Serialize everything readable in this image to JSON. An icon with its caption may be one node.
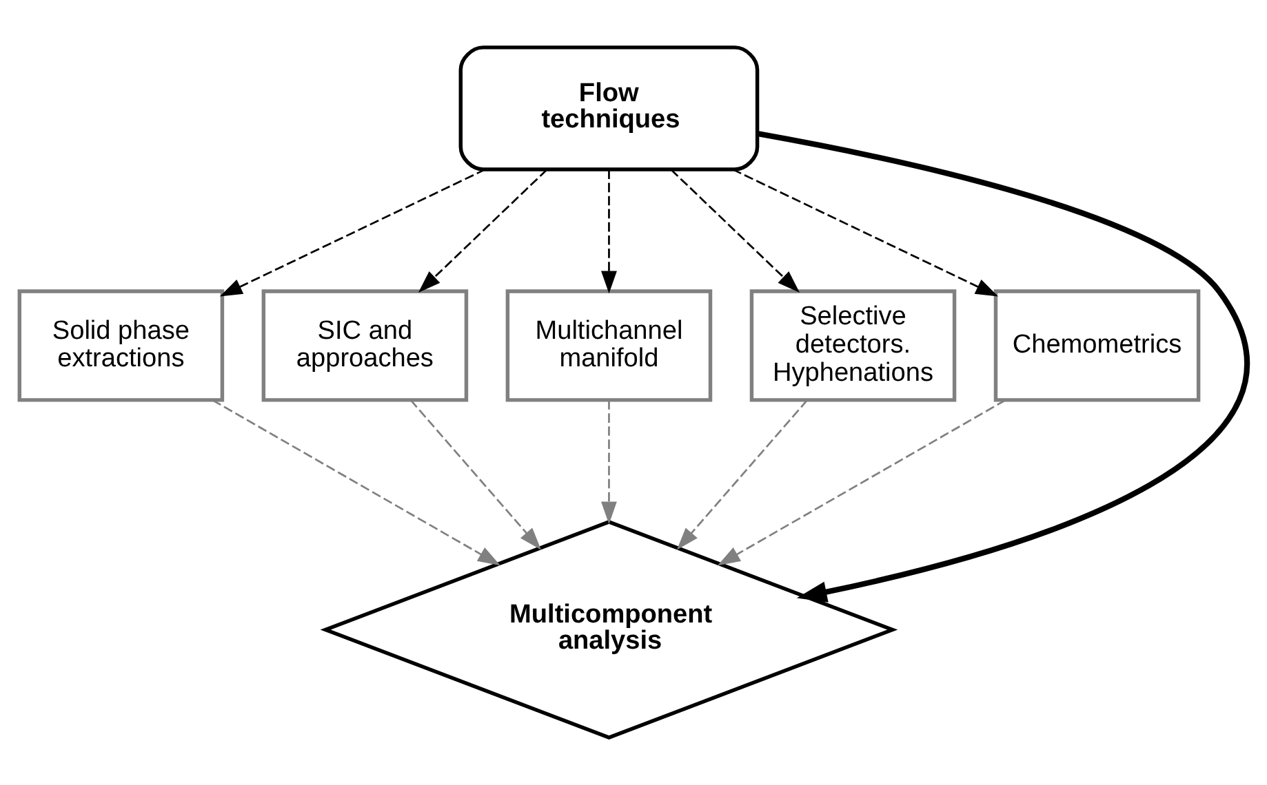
{
  "diagram": {
    "nodes": [
      {
        "text": [
          "Flow techniques"
        ]
      },
      {
        "text": [
          "Solid phase extractions"
        ]
      },
      {
        "text": [
          "SIC and approaches"
        ]
      },
      {
        "text": [
          "Multichannel manifold"
        ]
      },
      {
        "text": [
          "Selective detectors. Hyphenations"
        ]
      },
      {
        "text": [
          "Chemometrics"
        ]
      },
      {
        "text": [
          "Multicomponent analysis"
        ]
      }
    ],
    "edges": [
      {
        "from": 0,
        "to": 1,
        "arrow": "to",
        "style": "dashed"
      },
      {
        "from": 0,
        "to": 2,
        "arrow": "to",
        "style": "dashed"
      },
      {
        "from": 0,
        "to": 3,
        "arrow": "to",
        "style": "dashed"
      },
      {
        "from": 0,
        "to": 4,
        "arrow": "to",
        "style": "dashed"
      },
      {
        "from": 0,
        "to": 5,
        "arrow": "to",
        "style": "dashed"
      },
      {
        "from": 1,
        "to": 6,
        "arrow": "to",
        "style": "dashed",
        "color": "#808080"
      },
      {
        "from": 2,
        "to": 6,
        "arrow": "to",
        "style": "dashed",
        "color": "#808080"
      },
      {
        "from": 3,
        "to": 6,
        "arrow": "to",
        "style": "dashed",
        "color": "#808080"
      },
      {
        "from": 4,
        "to": 6,
        "arrow": "to",
        "style": "dashed",
        "color": "#808080"
      },
      {
        "from": 5,
        "to": 6,
        "arrow": "to",
        "style": "dashed",
        "color": "#808080"
      },
      {
        "from": 0,
        "to": 6,
        "arrow": "to",
        "style": "thick"
      }
    ]
  }
}
